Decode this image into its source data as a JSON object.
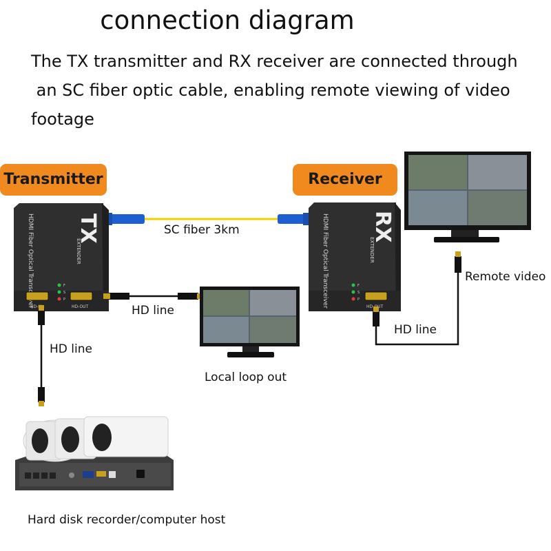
{
  "title": "connection diagram",
  "description": {
    "line1": "The TX transmitter and RX receiver are connected through",
    "line2": " an SC fiber optic cable, enabling remote viewing of video",
    "line3": "footage"
  },
  "transmitter": {
    "badge": "Transmitter",
    "logo": "TX",
    "brand": "EXTENDER",
    "product_label": "HDMI Fiber Optical Transceiver",
    "port_in": "HD-IN",
    "port_out": "HD-OUT",
    "leds": [
      "F",
      "S",
      "P"
    ]
  },
  "receiver": {
    "badge": "Receiver",
    "logo": "RX",
    "brand": "EXTENDER",
    "product_label": "HDMI Fiber Optical Transceiver",
    "port_out": "HD-OUT",
    "leds": [
      "F",
      "S",
      "P"
    ]
  },
  "labels": {
    "fiber": "SC fiber 3km",
    "hd_line_tx_out": "HD line",
    "hd_line_tx_in": "HD line",
    "hd_line_rx": "HD line",
    "remote_video": "Remote video",
    "local_loop": "Local loop out",
    "recorder": "Hard disk recorder/computer host"
  },
  "colors": {
    "badge": "#f08a1e",
    "fiber": "#f0d000",
    "connector": "#1d5fd1",
    "device": "#3a3a3a"
  }
}
